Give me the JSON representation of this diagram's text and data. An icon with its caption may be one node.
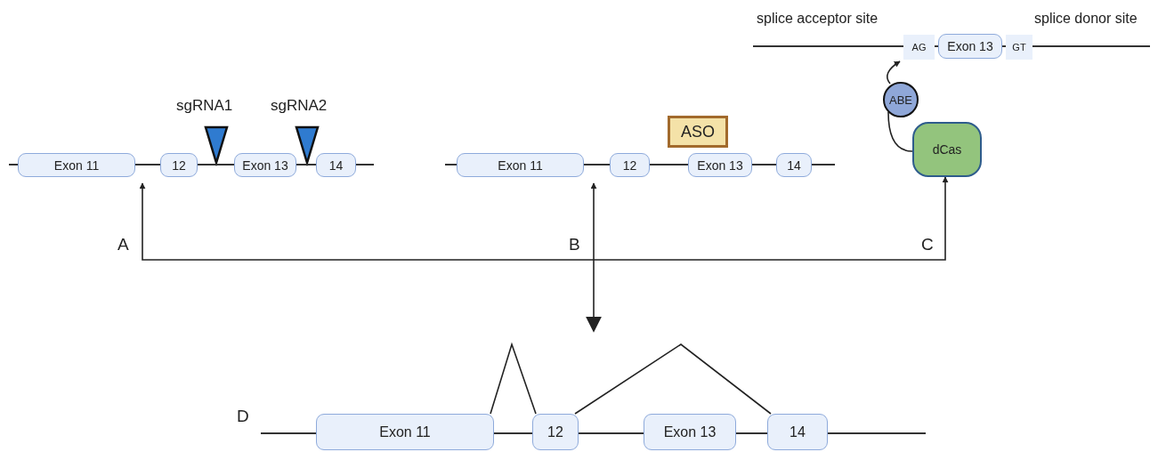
{
  "diagram": {
    "nodes": [
      {
        "text": [],
        "shape": "line"
      },
      {
        "text": [
          "Exon 11"
        ],
        "in": 0
      },
      {
        "text": [
          "12"
        ],
        "in": 0
      },
      {
        "text": [
          "Exon 13"
        ],
        "in": 0
      },
      {
        "text": [
          "14"
        ],
        "in": 0
      },
      {
        "text": [],
        "shape": "line"
      },
      {
        "text": [
          "Exon 11"
        ],
        "in": 5
      },
      {
        "text": [
          "12"
        ],
        "in": 5
      },
      {
        "text": [
          "Exon 13"
        ],
        "in": 5
      },
      {
        "text": [
          "14"
        ],
        "in": 5
      },
      {
        "text": [
          "ASO"
        ]
      },
      {
        "text": [],
        "shape": "line"
      },
      {
        "text": [
          "AG"
        ],
        "in": 11
      },
      {
        "text": [
          "Exon 13"
        ],
        "in": 11
      },
      {
        "text": [
          "GT"
        ],
        "in": 11
      },
      {
        "text": [
          "ABE"
        ]
      },
      {
        "text": [
          "dCas"
        ]
      },
      {
        "text": [],
        "shape": "line"
      },
      {
        "text": [
          "Exon 11"
        ],
        "in": 17
      },
      {
        "text": [
          "12"
        ],
        "in": 17
      },
      {
        "text": [
          "Exon 13"
        ],
        "in": 17
      },
      {
        "text": [
          "14"
        ],
        "in": 17
      }
    ],
    "edges": [
      {
        "from": null,
        "to": 0,
        "arrow": "to"
      },
      {
        "from": null,
        "to": 5,
        "arrow": "to"
      },
      {
        "from": null,
        "to": 16,
        "arrow": "to"
      },
      {
        "from": null,
        "to": 17,
        "arrow": "to"
      },
      {
        "from": 15,
        "to": 16,
        "arrow": "none"
      },
      {
        "from": 15,
        "to": 12,
        "arrow": "to"
      },
      {
        "from": 18,
        "to": 19,
        "arrow": "none"
      },
      {
        "from": 19,
        "to": 21,
        "arrow": "none"
      }
    ],
    "labels": [
      "splice acceptor site",
      "splice donor site",
      "sgRNA1",
      "sgRNA2",
      "A",
      "B",
      "C",
      "D"
    ]
  }
}
